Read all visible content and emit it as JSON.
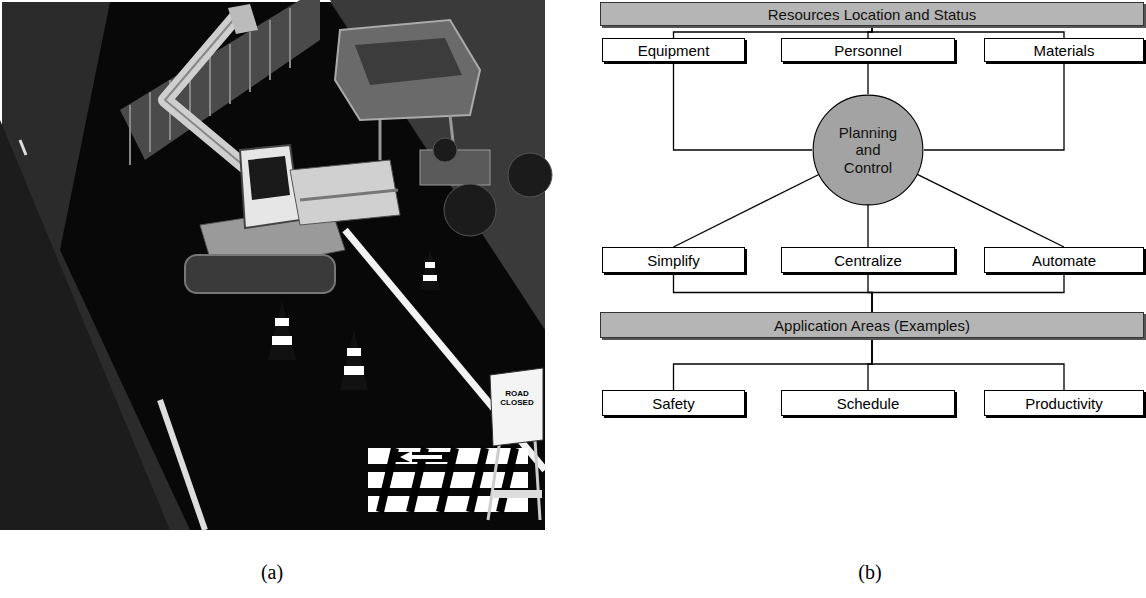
{
  "diagram": {
    "nodes": [
      {
        "text": [
          "Resources Location and Status"
        ]
      },
      {
        "text": [
          "Equipment"
        ]
      },
      {
        "text": [
          "Personnel"
        ]
      },
      {
        "text": [
          "Materials"
        ]
      },
      {
        "text": [
          "Planning and Control"
        ]
      },
      {
        "text": [
          "Simplify"
        ]
      },
      {
        "text": [
          "Centralize"
        ]
      },
      {
        "text": [
          "Automate"
        ]
      },
      {
        "text": [
          "Application Areas (Examples)"
        ]
      },
      {
        "text": [
          "Safety"
        ]
      },
      {
        "text": [
          "Schedule"
        ]
      },
      {
        "text": [
          "Productivity"
        ]
      }
    ],
    "edges": [
      {
        "from": 0,
        "to": 1,
        "arrow": "none"
      },
      {
        "from": 0,
        "to": 2,
        "arrow": "none"
      },
      {
        "from": 0,
        "to": 3,
        "arrow": "none"
      },
      {
        "from": 1,
        "to": 4,
        "arrow": "none"
      },
      {
        "from": 2,
        "to": 4,
        "arrow": "none"
      },
      {
        "from": 3,
        "to": 4,
        "arrow": "none"
      },
      {
        "from": 4,
        "to": 5,
        "arrow": "none"
      },
      {
        "from": 4,
        "to": 6,
        "arrow": "none"
      },
      {
        "from": 4,
        "to": 7,
        "arrow": "none"
      },
      {
        "from": 5,
        "to": 8,
        "arrow": "none"
      },
      {
        "from": 6,
        "to": 8,
        "arrow": "none"
      },
      {
        "from": 7,
        "to": 8,
        "arrow": "none"
      },
      {
        "from": 8,
        "to": 9,
        "arrow": "none"
      },
      {
        "from": 8,
        "to": 10,
        "arrow": "none"
      },
      {
        "from": 8,
        "to": 11,
        "arrow": "none"
      }
    ],
    "labels": [
      "ROAD CLOSED",
      "(a)",
      "(b)"
    ]
  }
}
